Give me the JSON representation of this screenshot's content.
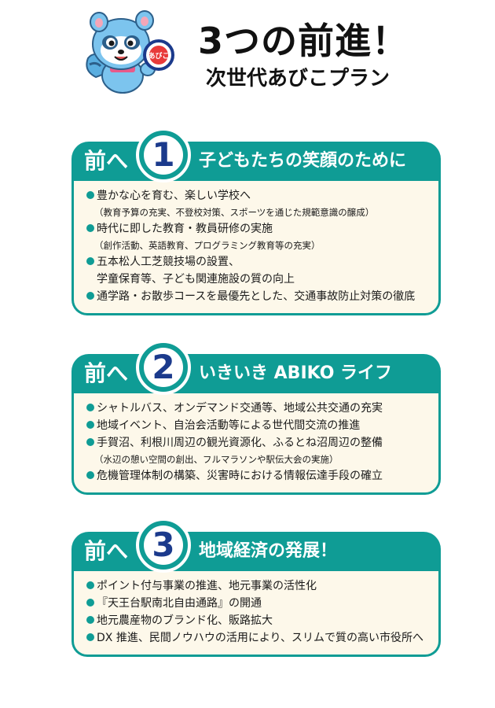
{
  "header": {
    "title": "3つの前進！",
    "subtitle": "次世代あびこプラン",
    "mascot_icon": "raccoon-mascot-icon",
    "mascot_badge_text": "あびこ"
  },
  "colors": {
    "teal": "#0f9c95",
    "navy": "#1b3a8c",
    "cream": "#fdf8ea"
  },
  "sections": [
    {
      "mae": "前へ",
      "number": "1",
      "title": "子どもたちの笑顔のために",
      "items": [
        {
          "text": "豊かな心を育む、楽しい学校へ",
          "note": "（教育予算の充実、不登校対策、スポーツを通じた規範意識の醸成）"
        },
        {
          "text": "時代に即した教育・教員研修の実施",
          "note": "（創作活動、英語教育、プログラミング教育等の充実）"
        },
        {
          "text": "五本松人工芝競技場の設置、",
          "cont": "学童保育等、子ども関連施設の質の向上"
        },
        {
          "text": "通学路・お散歩コースを最優先とした、交通事故防止対策の徹底"
        }
      ]
    },
    {
      "mae": "前へ",
      "number": "2",
      "title": "いきいき ABIKO ライフ",
      "items": [
        {
          "text": "シャトルバス、オンデマンド交通等、地域公共交通の充実"
        },
        {
          "text": "地域イベント、自治会活動等による世代間交流の推進"
        },
        {
          "text": "手賀沼、利根川周辺の観光資源化、ふるとね沼周辺の整備",
          "note": "（水辺の憩い空間の創出、フルマラソンや駅伝大会の実施）"
        },
        {
          "text": "危機管理体制の構築、災害時における情報伝達手段の確立"
        }
      ]
    },
    {
      "mae": "前へ",
      "number": "3",
      "title": "地域経済の発展！",
      "items": [
        {
          "text": "ポイント付与事業の推進、地元事業の活性化"
        },
        {
          "text": "『天王台駅南北自由通路』の開通"
        },
        {
          "text": "地元農産物のブランド化、販路拡大"
        },
        {
          "text": "DX 推進、民間ノウハウの活用により、スリムで質の高い市役所へ"
        }
      ]
    }
  ]
}
